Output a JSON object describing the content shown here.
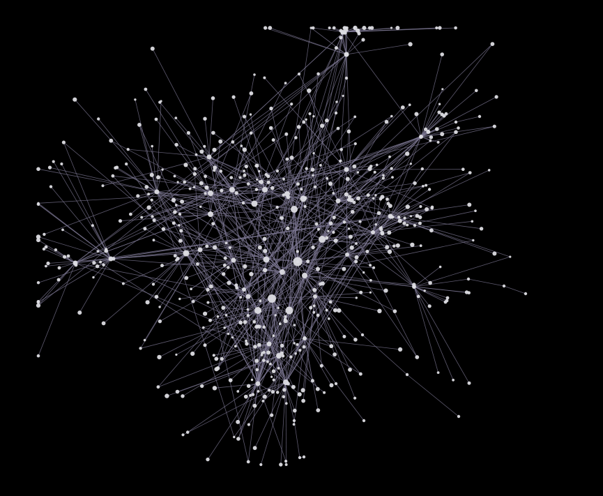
{
  "graph": {
    "type": "force-directed network",
    "colors": {
      "background": "#000000",
      "edge": "#7d7894",
      "node": "#dcdce1"
    },
    "hub_count": 40,
    "leaf_count": 520
  }
}
